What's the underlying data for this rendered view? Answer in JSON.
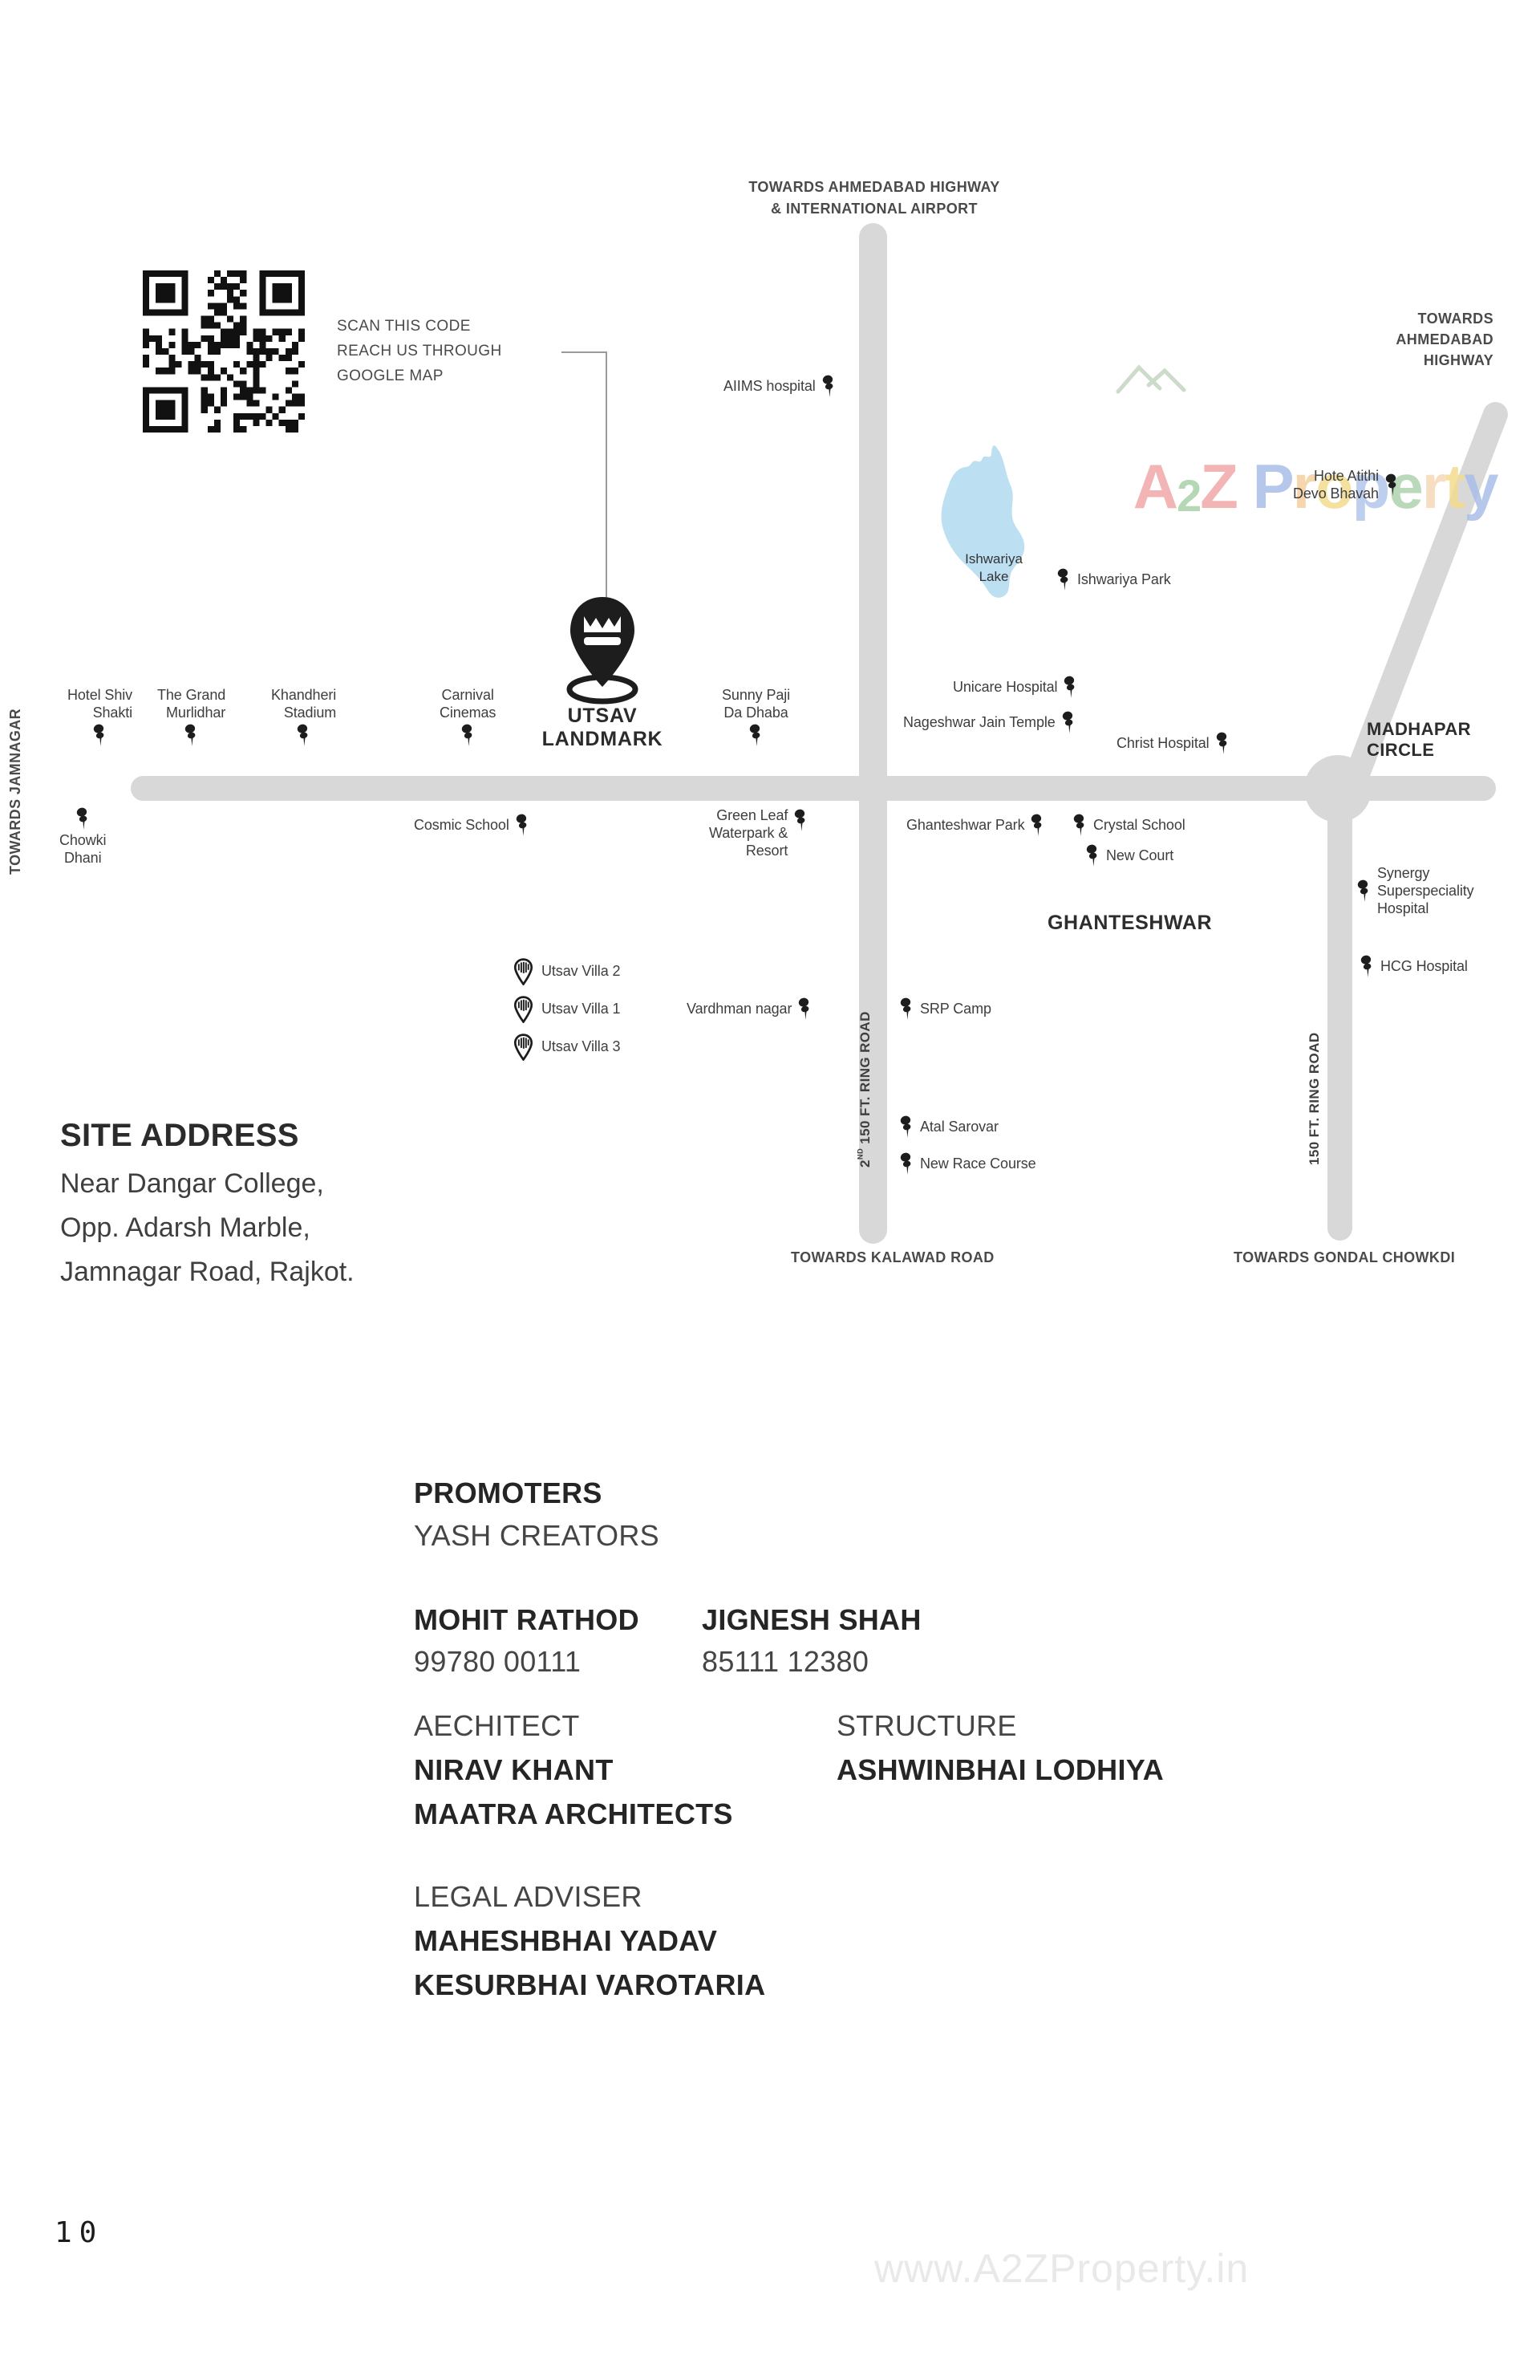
{
  "page": {
    "number": "10",
    "watermark": "www.A2ZProperty.in"
  },
  "qr": {
    "caption": "SCAN THIS CODE\nREACH US THROUGH\nGOOGLE MAP"
  },
  "brand": {
    "letters": [
      {
        "ch": "A",
        "color": "#f0a8a8"
      },
      {
        "ch": "2",
        "color": "#a7d2a7"
      },
      {
        "ch": "Z",
        "color": "#f0a8a8"
      },
      {
        "ch": " ",
        "color": "#ffffff"
      },
      {
        "ch": "P",
        "color": "#a9bfe8"
      },
      {
        "ch": "r",
        "color": "#f5cf9e"
      },
      {
        "ch": "o",
        "color": "#f3dc8f"
      },
      {
        "ch": "p",
        "color": "#b3c6ec"
      },
      {
        "ch": "e",
        "color": "#aed3ae"
      },
      {
        "ch": "r",
        "color": "#f6d9b8"
      },
      {
        "ch": "t",
        "color": "#f3dc8f"
      },
      {
        "ch": "y",
        "color": "#a9bfe8"
      }
    ]
  },
  "map": {
    "top_label": "TOWARDS AHMEDABAD HIGHWAY\n& INTERNATIONAL AIRPORT",
    "right_label": "TOWARDS\nAHMEDABAD\nHIGHWAY",
    "left_label": "TOWARDS JAMNAGAR",
    "bottom_left_label": "TOWARDS KALAWAD ROAD",
    "bottom_right_label": "TOWARDS GONDAL CHOWKDI",
    "junction_label": "MADHAPAR\nCIRCLE",
    "area_label": "GHANTESHWAR",
    "lake_label": "Ishwariya\nLake",
    "ring2_num": "2",
    "ring2_sup": "ND",
    "ring2_rest": " 150 FT. RING ROAD",
    "ring1_label": "150 FT. RING ROAD",
    "pois": {
      "aiims": {
        "label": "AIIMS hospital"
      },
      "hote_atithi": {
        "label": "Hote Atithi\nDevo Bhavah"
      },
      "ishwariya_park": {
        "label": "Ishwariya Park"
      },
      "unicare": {
        "label": "Unicare Hospital"
      },
      "nageshwar": {
        "label": "Nageshwar Jain Temple"
      },
      "christ": {
        "label": "Christ Hospital"
      },
      "shiv_shakti": {
        "label": "Hotel Shiv\nShakti"
      },
      "murlidhar": {
        "label": "The Grand\nMurlidhar"
      },
      "khandheri": {
        "label": "Khandheri\nStadium"
      },
      "carnival": {
        "label": "Carnival\nCinemas"
      },
      "sunny_paji": {
        "label": "Sunny Paji\nDa Dhaba"
      },
      "chowki": {
        "label": "Chowki\nDhani"
      },
      "cosmic": {
        "label": "Cosmic School"
      },
      "green_leaf": {
        "label": "Green Leaf\nWaterpark &\nResort"
      },
      "ghanteshwar_park": {
        "label": "Ghanteshwar Park"
      },
      "crystal": {
        "label": "Crystal School"
      },
      "new_court": {
        "label": "New Court"
      },
      "synergy": {
        "label": "Synergy\nSuperspeciality\nHospital"
      },
      "hcg": {
        "label": "HCG Hospital"
      },
      "villa2": {
        "label": "Utsav Villa 2"
      },
      "villa1": {
        "label": "Utsav Villa 1"
      },
      "villa3": {
        "label": "Utsav Villa 3"
      },
      "vardhman": {
        "label": "Vardhman nagar"
      },
      "srp": {
        "label": "SRP Camp"
      },
      "atal": {
        "label": "Atal Sarovar"
      },
      "race": {
        "label": "New Race Course"
      }
    }
  },
  "landmark": {
    "line1": "UTSAV",
    "line2": "LANDMARK"
  },
  "site_address": {
    "title": "SITE ADDRESS",
    "lines": "Near Dangar College,\nOpp. Adarsh Marble,\nJamnagar Road, Rajkot."
  },
  "directory": {
    "promoters_title": "PROMOTERS",
    "promoters_name": "YASH CREATORS",
    "contact1_name": "MOHIT RATHOD",
    "contact1_phone": "99780 00111",
    "contact2_name": "JIGNESH SHAH",
    "contact2_phone": "85111 12380",
    "architect_title": "AECHITECT",
    "architect_line1": "NIRAV KHANT",
    "architect_line2": "MAATRA ARCHITECTS",
    "structure_title": "STRUCTURE",
    "structure_name": "ASHWINBHAI LODHIYA",
    "legal_title": "LEGAL ADVISER",
    "legal_line1": "MAHESHBHAI YADAV",
    "legal_line2": "KESURBHAI VAROTARIA"
  },
  "colors": {
    "road": "#d8d8d8",
    "lake": "#bcdff2",
    "pin": "#1d1d1d"
  }
}
